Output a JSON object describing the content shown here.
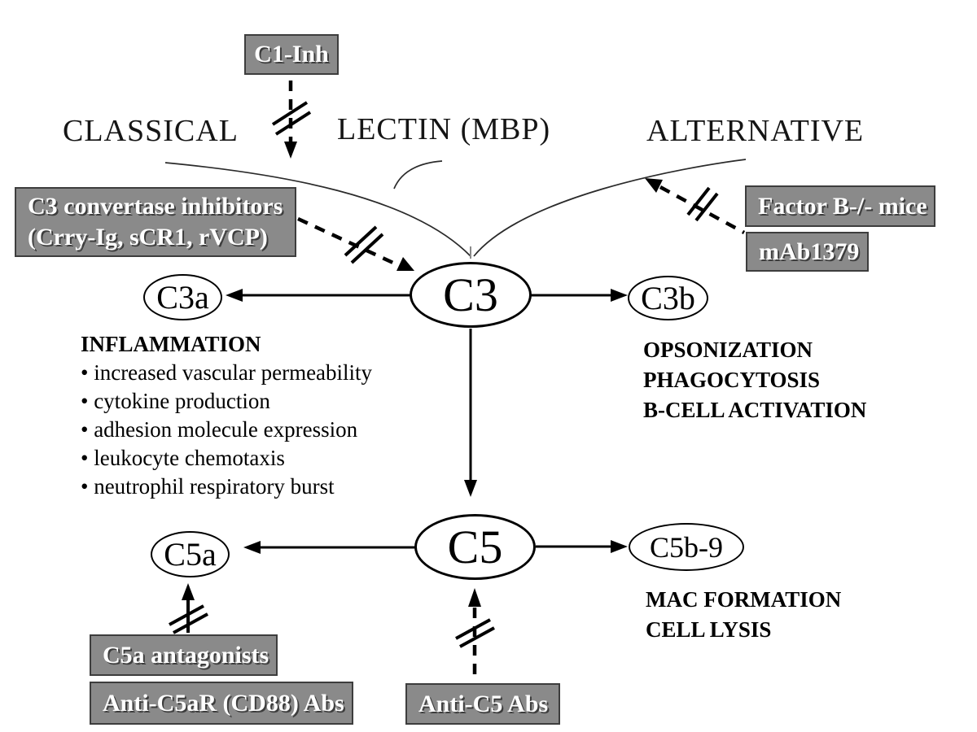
{
  "pathways": {
    "classical": "CLASSICAL",
    "lectin": "LECTIN (MBP)",
    "alternative": "ALTERNATIVE"
  },
  "nodes": {
    "c3": "C3",
    "c3a": "C3a",
    "c3b": "C3b",
    "c5": "C5",
    "c5a": "C5a",
    "c5b9": "C5b-9"
  },
  "inhibitors": {
    "c1_inh": "C1-Inh",
    "c3_convertase_line1": "C3 convertase inhibitors",
    "c3_convertase_line2": "(Crry-Ig, sCR1, rVCP)",
    "factor_b_mice": "Factor B-/- mice",
    "mab1379": "mAb1379",
    "c5a_antagonists": "C5a antagonists",
    "anti_c5ar_abs": "Anti-C5aR (CD88) Abs",
    "anti_c5_abs": "Anti-C5 Abs"
  },
  "outcomes": {
    "inflammation_title": "INFLAMMATION",
    "inflammation_items": [
      "increased vascular permeability",
      "cytokine production",
      "adhesion molecule expression",
      "leukocyte chemotaxis",
      "neutrophil respiratory burst"
    ],
    "c3b_effects": [
      "OPSONIZATION",
      "PHAGOCYTOSIS",
      "B-CELL ACTIVATION"
    ],
    "c5b9_effects": [
      "MAC FORMATION",
      "CELL LYSIS"
    ]
  },
  "colors": {
    "box_bg": "#8a8a8a",
    "box_border": "#3d3d3d",
    "box_text": "#ffffff",
    "line": "#000000"
  }
}
